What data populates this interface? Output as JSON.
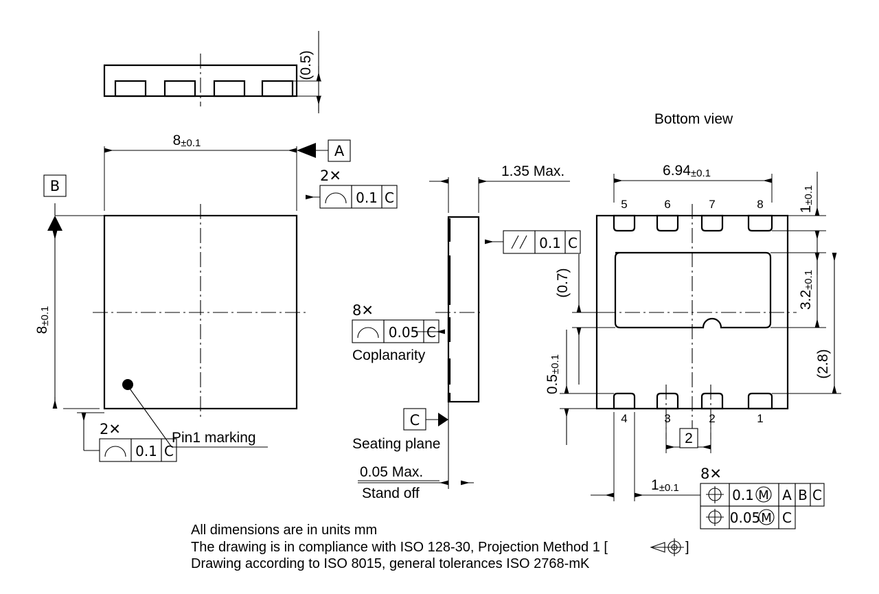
{
  "drawing": {
    "title_bottom_view": "Bottom view",
    "labels": {
      "pin1_marking": "Pin1 marking",
      "coplanarity": "Coplanarity",
      "seating_plane": "Seating plane",
      "stand_off": "Stand off"
    },
    "notes": [
      "All dimensions are in units mm",
      "The drawing is in compliance with ISO 128-30, Projection Method 1 [",
      "]",
      "Drawing according to ISO 8015, general tolerances ISO 2768-mK"
    ],
    "datums": {
      "a": "A",
      "b": "B",
      "c": "C"
    },
    "dimensions": {
      "side_thickness_ref": "(0.5)",
      "top_width": "8",
      "top_width_tol": "±0.1",
      "top_height": "8",
      "top_height_tol": "±0.1",
      "body_height_max": "1.35 Max.",
      "stand_off_max": "0.05 Max.",
      "pad_row_width": "6.94",
      "pad_row_width_tol": "±0.1",
      "pad_len_top": "1",
      "pad_len_top_tol": "±0.1",
      "die_pad_height": "3.2",
      "die_pad_height_tol": "±0.1",
      "die_pad_offset_ref": "(2.8)",
      "pad_offset_ref": "(0.7)",
      "pad_gap": "0.5",
      "pad_gap_tol": "±0.1",
      "pin_pitch_basic": "2",
      "pad_width_bottom": "1",
      "pad_width_bottom_tol": "±0.1"
    },
    "multipliers": {
      "two_x": "2✕",
      "eight_x": "8✕"
    },
    "feature_frames": [
      {
        "id": "fcf-top-right",
        "symbol": "profile-surface-icon",
        "tolerance": "0.1",
        "datums": [
          "C"
        ],
        "multiplier": "2✕"
      },
      {
        "id": "fcf-bottom-left",
        "symbol": "profile-surface-icon",
        "tolerance": "0.1",
        "datums": [
          "C"
        ],
        "multiplier": "2✕"
      },
      {
        "id": "fcf-parallel",
        "symbol": "parallelism-icon",
        "tolerance": "0.1",
        "datums": [
          "C"
        ],
        "multiplier": ""
      },
      {
        "id": "fcf-coplanarity",
        "symbol": "profile-surface-icon",
        "tolerance": "0.05",
        "datums": [
          "C"
        ],
        "multiplier": "8✕"
      },
      {
        "id": "fcf-position-1",
        "symbol": "position-icon",
        "tolerance": "0.1",
        "modifier": "M",
        "datums": [
          "A",
          "B",
          "C"
        ],
        "multiplier": "8✕"
      },
      {
        "id": "fcf-position-2",
        "symbol": "position-icon",
        "tolerance": "0.05",
        "modifier": "M",
        "datums": [
          "C"
        ],
        "multiplier": ""
      }
    ],
    "pins": {
      "top_row": [
        "5",
        "6",
        "7",
        "8"
      ],
      "bottom_row": [
        "4",
        "3",
        "2",
        "1"
      ]
    },
    "colors": {
      "line": "#000000",
      "background": "#ffffff"
    }
  }
}
